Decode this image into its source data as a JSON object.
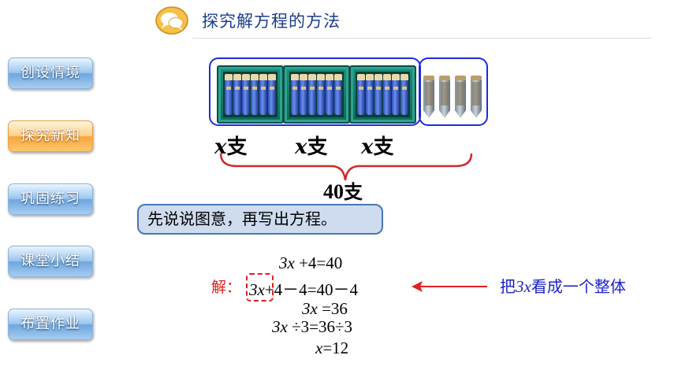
{
  "header": {
    "title": "探究解方程的方法",
    "icon": "speech-bubbles-icon"
  },
  "sidebar": {
    "items": [
      {
        "label": "创设情境",
        "active": false
      },
      {
        "label": "探究新知",
        "active": true
      },
      {
        "label": "巩固练习",
        "active": false
      },
      {
        "label": "课堂小结",
        "active": false
      },
      {
        "label": "布置作业",
        "active": false
      }
    ]
  },
  "figure": {
    "group_label_var": "x",
    "group_label_unit": "支",
    "total_num": "40",
    "total_unit": "支"
  },
  "prompt": "先说说图意，再写出方程。",
  "equation": {
    "solve_label": "解：",
    "line1_var": "3x",
    "line1_rest": " +4=40",
    "line2_box": "3x",
    "line2_rest": "+4－4=40－4",
    "line3_var": "3x",
    "line3_rest": " =36",
    "line4_var": "3x",
    "line4_rest": " ÷3=36÷3",
    "line5_var": "x",
    "line5_rest": "=12"
  },
  "annotation": {
    "before": "把",
    "var": "3x",
    "after": "看成一个整体"
  },
  "colors": {
    "title": "#1a3c8c",
    "highlight_red": "#e02020",
    "note_blue": "#1a22cc",
    "group_border": "#1d2bdf",
    "brace": "#d0282a"
  }
}
